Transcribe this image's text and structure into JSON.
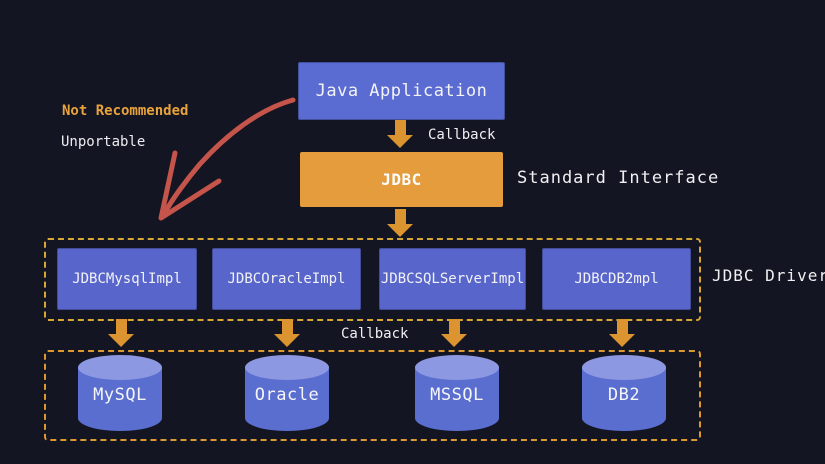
{
  "nodes": {
    "java_application": "Java Application",
    "jdbc": "JDBC"
  },
  "labels": {
    "callback_top": "Callback",
    "callback_bottom": "Callback",
    "standard_interface": "Standard Interface",
    "jdbc_driver": "JDBC Driver"
  },
  "annotations": {
    "not_recommended": "Not Recommended",
    "unportable": "Unportable"
  },
  "drivers": [
    "JDBCMysqlImpl",
    "JDBCOracleImpl",
    "JDBCSQLServerImpl",
    "JDBCDB2mpl"
  ],
  "databases": [
    "MySQL",
    "Oracle",
    "MSSQL",
    "DB2"
  ],
  "colors": {
    "background": "#141522",
    "box_blue": "#5a6bd1",
    "driver_blue": "#5866cc",
    "cylinder_blue": "#5a6ecf",
    "cylinder_top_blue": "#8d98e2",
    "box_orange": "#e49c3d",
    "arrow_orange": "#db9430",
    "dashed_gold": "#d8a835",
    "dashed_orange": "#db9930",
    "annotation_orange": "#e8a33c",
    "red_arrow": "#c5544b",
    "text_light": "#f0f0f2"
  }
}
